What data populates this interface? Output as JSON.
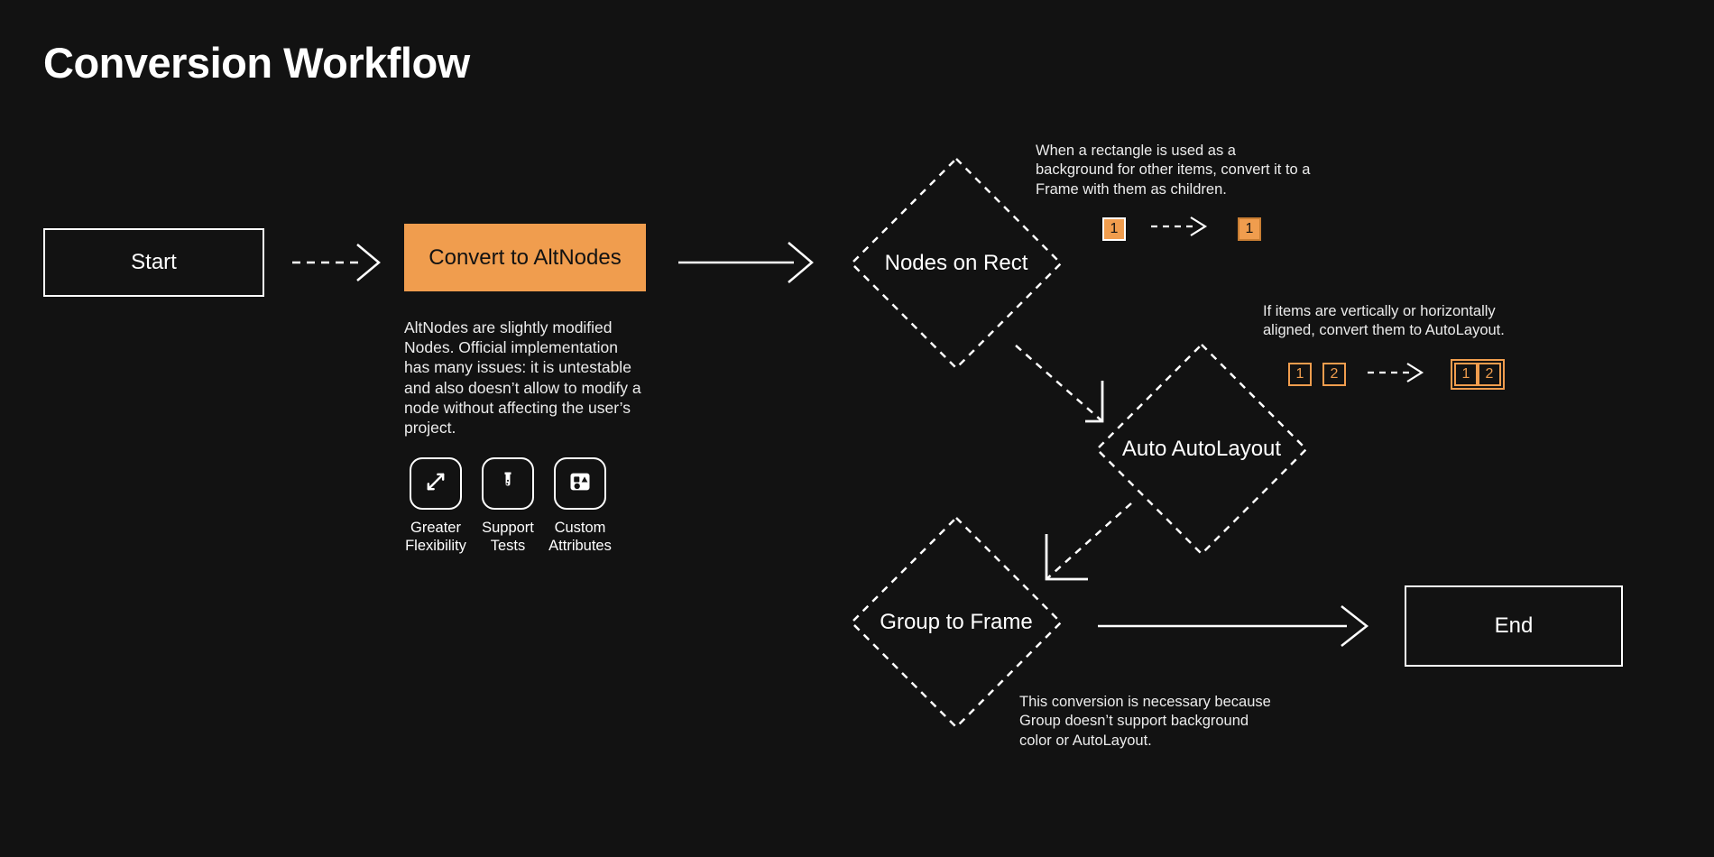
{
  "page": {
    "title": "Conversion Workflow",
    "background_color": "#121212",
    "accent_color": "#F09D4E",
    "text_color": "#ffffff"
  },
  "nodes": {
    "start": {
      "label": "Start",
      "type": "terminal"
    },
    "convert": {
      "label": "Convert to AltNodes",
      "type": "process",
      "color": "#F09D4E"
    },
    "nodes_on_rect": {
      "label": "Nodes on Rect",
      "type": "decision"
    },
    "auto_autolayout": {
      "label": "Auto AutoLayout",
      "type": "decision"
    },
    "group_to_frame": {
      "label": "Group to Frame",
      "type": "decision"
    },
    "end": {
      "label": "End",
      "type": "terminal"
    }
  },
  "descriptions": {
    "altnodes": "AltNodes are slightly modified Nodes. Official implementation has many issues: it is untestable and also doesn’t allow to modify a node without affecting the user’s project.",
    "nodes_on_rect_note": "When a rectangle is used as a background for other items, convert it to a Frame with them as children.",
    "auto_autolayout_note": "If items are vertically or horizontally aligned, convert them to AutoLayout.",
    "group_to_frame_note": "This conversion is necessary because Group doesn’t support background color or AutoLayout."
  },
  "features": [
    {
      "icon": "expand-arrows-icon",
      "line1": "Greater",
      "line2": "Flexibility"
    },
    {
      "icon": "test-tube-icon",
      "line1": "Support",
      "line2": "Tests"
    },
    {
      "icon": "shapes-icon",
      "line1": "Custom",
      "line2": "Attributes"
    }
  ],
  "chips": {
    "rect_before": [
      "1"
    ],
    "rect_after": [
      "1"
    ],
    "autolayout_before": [
      "1",
      "2"
    ],
    "autolayout_after": [
      "1",
      "2"
    ]
  },
  "connectors": {
    "start_to_convert": "dashed-arrow-right",
    "convert_to_rect": "solid-arrow-right",
    "rect_to_autolayout": "dashed-elbow-arrow-down-right",
    "autolayout_to_group": "dashed-elbow-arrow-down-left",
    "group_to_end": "solid-arrow-right",
    "chip_transform_1": "dashed-arrow-right",
    "chip_transform_2": "dashed-arrow-right"
  }
}
